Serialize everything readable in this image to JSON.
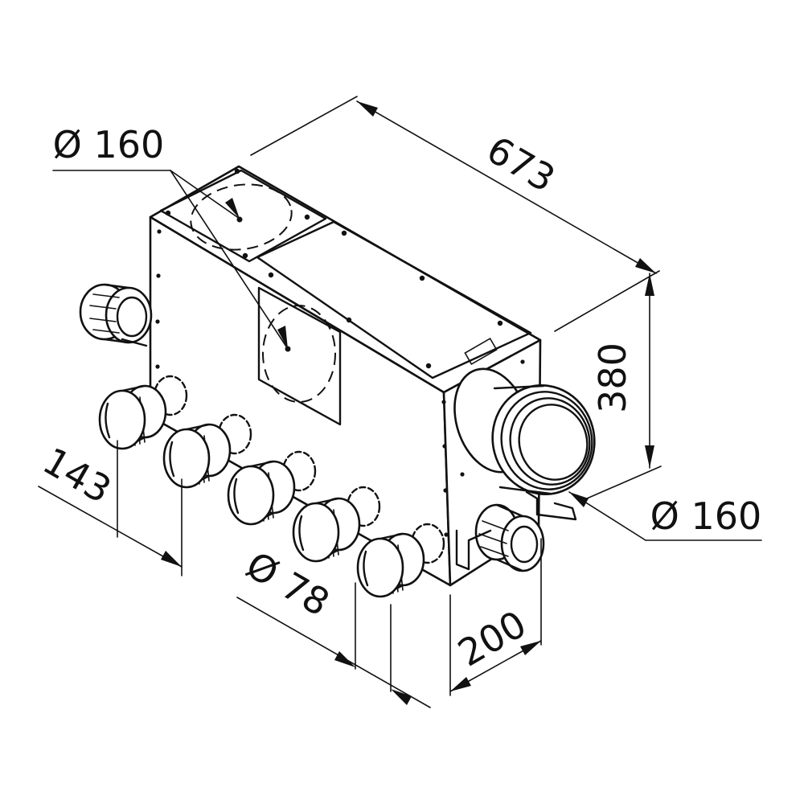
{
  "diagram": {
    "dimensions": {
      "length": "673",
      "height": "380",
      "depth": "200",
      "port_spacing": "143",
      "small_port_diameter": "Ø 78",
      "top_port_diameter": "Ø 160",
      "side_port_diameter": "Ø 160"
    }
  }
}
